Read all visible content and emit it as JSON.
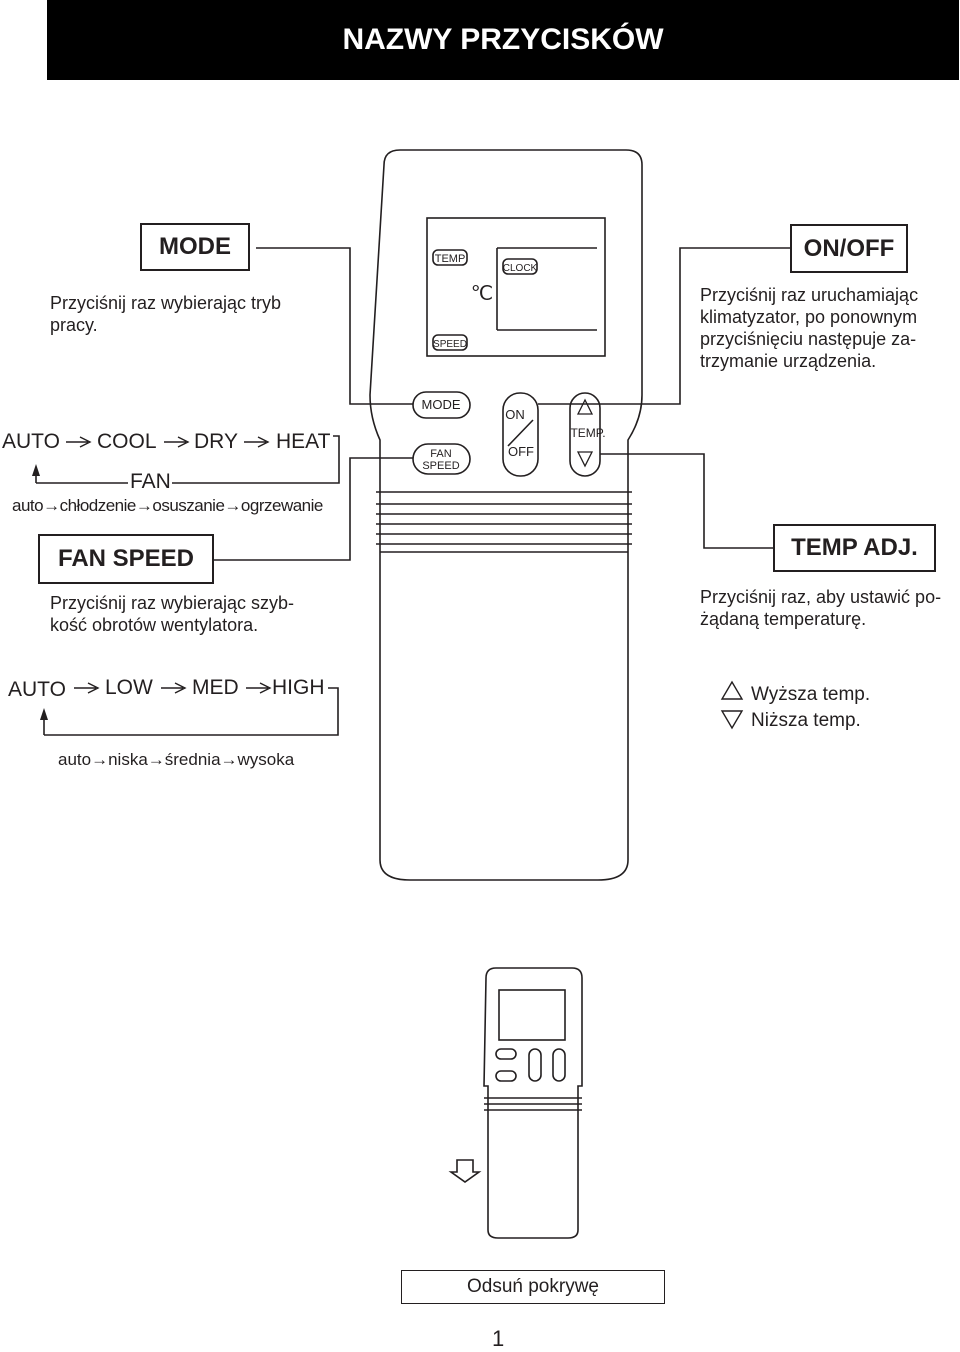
{
  "header": {
    "title": "NAZWY PRZYCISKÓW"
  },
  "mode": {
    "label": "MODE",
    "desc_line1": "Przyciśnij raz wybierając tryb",
    "desc_line2": "pracy.",
    "sequence": [
      "AUTO",
      "COOL",
      "DRY",
      "HEAT"
    ],
    "fan": "FAN",
    "sequence_pl": "auto→chłodzenie→osuszanie→ogrzewanie"
  },
  "fan_speed": {
    "label": "FAN SPEED",
    "desc_line1": "Przyciśnij raz wybierając szyb-",
    "desc_line2": "kość obrotów wentylatora.",
    "sequence": [
      "AUTO",
      "LOW",
      "MED",
      "HIGH"
    ],
    "sequence_pl": "auto→niska→średnia→wysoka"
  },
  "onoff": {
    "label": "ON/OFF",
    "desc_line1": "Przyciśnij raz uruchamiając",
    "desc_line2": "klimatyzator, po ponownym",
    "desc_line3": "przyciśnięciu następuje za-",
    "desc_line4": "trzymanie urządzenia."
  },
  "temp_adj": {
    "label": "TEMP ADJ.",
    "desc_line1": "Przyciśnij raz, aby ustawić po-",
    "desc_line2": "żądaną temperaturę.",
    "up_label": "Wyższa temp.",
    "down_label": "Niższa temp."
  },
  "remote": {
    "display_temp": "TEMP",
    "display_clock": "CLOCK",
    "display_unit": "℃",
    "display_speed": "SPEED",
    "btn_mode": "MODE",
    "btn_fan_line1": "FAN",
    "btn_fan_line2": "SPEED",
    "btn_on": "ON",
    "btn_off": "OFF",
    "btn_temp": "TEMP."
  },
  "footer": {
    "cover_label": "Odsuń pokrywę",
    "page_number": "1"
  }
}
